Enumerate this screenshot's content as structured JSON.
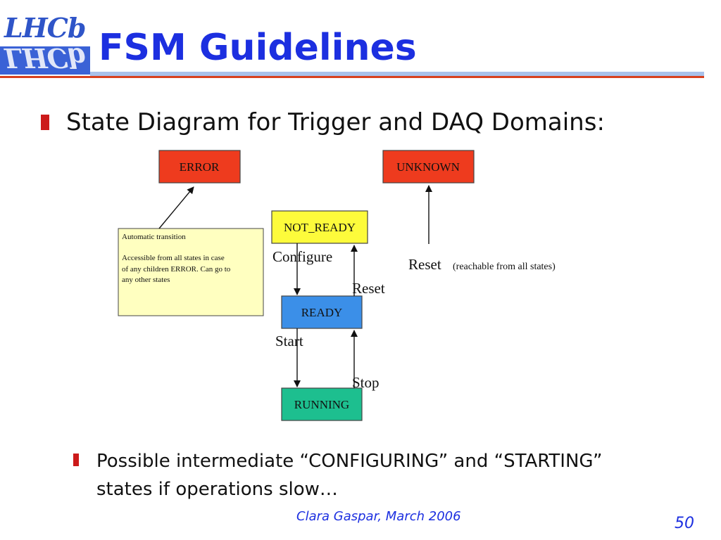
{
  "header": {
    "logo_text": "LHCb",
    "title": "FSM Guidelines"
  },
  "heading": "State Diagram for Trigger and DAQ Domains:",
  "states": {
    "error": {
      "label": "ERROR",
      "color": "#ee3b1e"
    },
    "unknown": {
      "label": "UNKNOWN",
      "color": "#ee3b1e"
    },
    "not_ready": {
      "label": "NOT_READY",
      "color": "#fdfb3b"
    },
    "ready": {
      "label": "READY",
      "color": "#3b8fe8"
    },
    "running": {
      "label": "RUNNING",
      "color": "#1dbf8f"
    }
  },
  "transitions": {
    "configure": "Configure",
    "reset": "Reset",
    "start": "Start",
    "stop": "Stop",
    "reset_global": "Reset",
    "reset_global_note": "(reachable from all states)"
  },
  "note": {
    "line1": "Automatic transition",
    "line2": "Accessible from all states in case",
    "line3": "of any children  ERROR. Can go to",
    "line4": " any other states",
    "color": "#ffffc0"
  },
  "sub_bullet": "Possible intermediate “CONFIGURING” and “STARTING” states if operations slow…",
  "footer": {
    "author": "Clara Gaspar, March 2006",
    "page": "50"
  },
  "colors": {
    "title": "#1c2fe0",
    "rule_blue": "#a9c1ea",
    "rule_red": "#d8401e",
    "bullet": "#cc1a1a"
  }
}
